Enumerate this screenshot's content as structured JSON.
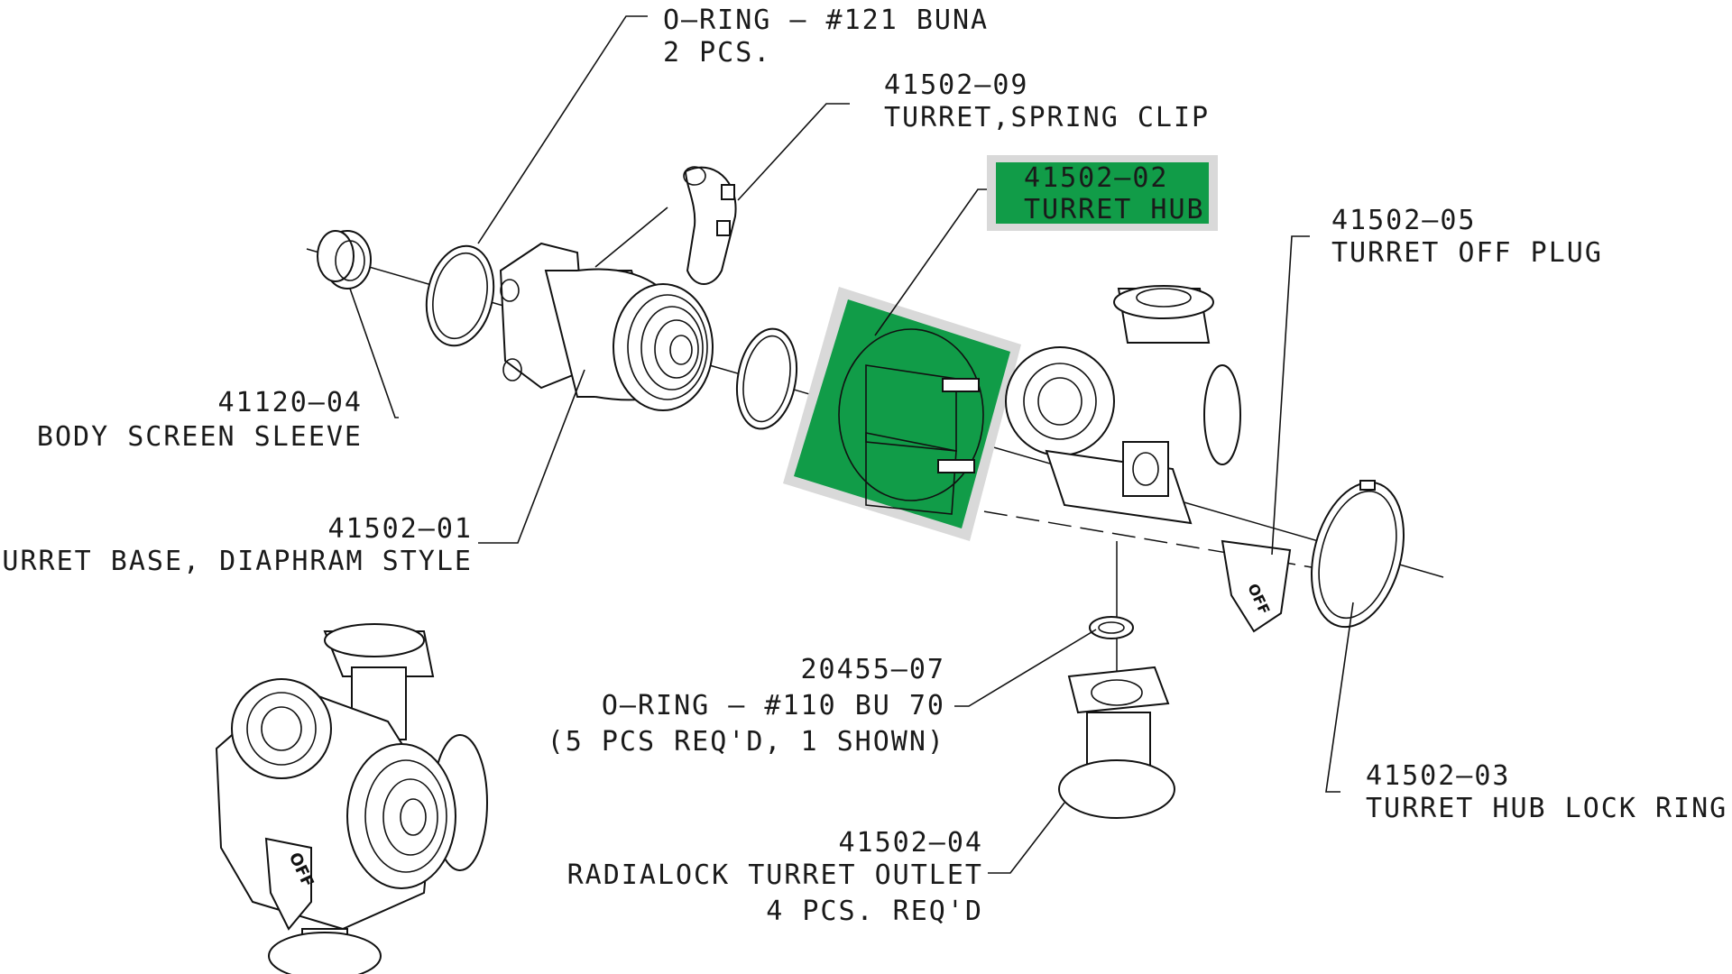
{
  "callouts": {
    "oring121": {
      "line1": "O–RING – #121 BUNA",
      "line2": "2 PCS."
    },
    "springclip": {
      "line1": "41502–09",
      "line2": "TURRET,SPRING CLIP"
    },
    "hub": {
      "line1": "41502–02",
      "line2": "TURRET HUB"
    },
    "offplug": {
      "line1": "41502–05",
      "line2": "TURRET OFF PLUG"
    },
    "sleeve": {
      "line1": "41120–04",
      "line2": "BODY SCREEN SLEEVE"
    },
    "base": {
      "line1": "41502–01",
      "line2": "TURRET BASE, DIAPHRAM STYLE"
    },
    "oring110": {
      "line1": "20455–07",
      "line2": "O–RING – #110 BU 70",
      "line3": "(5 PCS REQ'D, 1 SHOWN)"
    },
    "lockring": {
      "line1": "41502–03",
      "line2": "TURRET HUB LOCK RING"
    },
    "outlet": {
      "line1": "41502–04",
      "line2": "RADIALOCK TURRET OUTLET",
      "line3": "4 PCS. REQ'D"
    }
  },
  "part_labels": {
    "off_plug_text": "OFF",
    "assembly_off_text": "OFF"
  },
  "colors": {
    "highlight": "#119c48",
    "highlight_halo": "#d9d9d9",
    "line": "#111111"
  }
}
